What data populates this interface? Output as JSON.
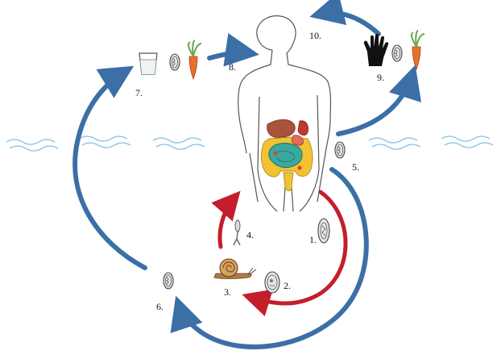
{
  "labels": {
    "s1": "1.",
    "s2": "2.",
    "s3": "3.",
    "s4": "4.",
    "s5": "5.",
    "s6": "6.",
    "s7": "7.",
    "s8": "8.",
    "s9": "9.",
    "s10": "10."
  },
  "colors": {
    "blue_arrow": "#3b6fa6",
    "red_arrow": "#c41e2a",
    "water": "#8fc9ea",
    "body_outline": "#555555",
    "liver": "#a9533a",
    "intestine_green": "#3aa8a0",
    "colon_yellow": "#f1c232",
    "carrot": "#e8702a",
    "leaf": "#6aa84f",
    "snail": "#8a5a2b"
  },
  "icons": [
    "water-glass-icon",
    "egg-icon",
    "carrot-icon",
    "hand-icon",
    "snail-icon",
    "larva-icon",
    "miracidium-egg-icon"
  ]
}
